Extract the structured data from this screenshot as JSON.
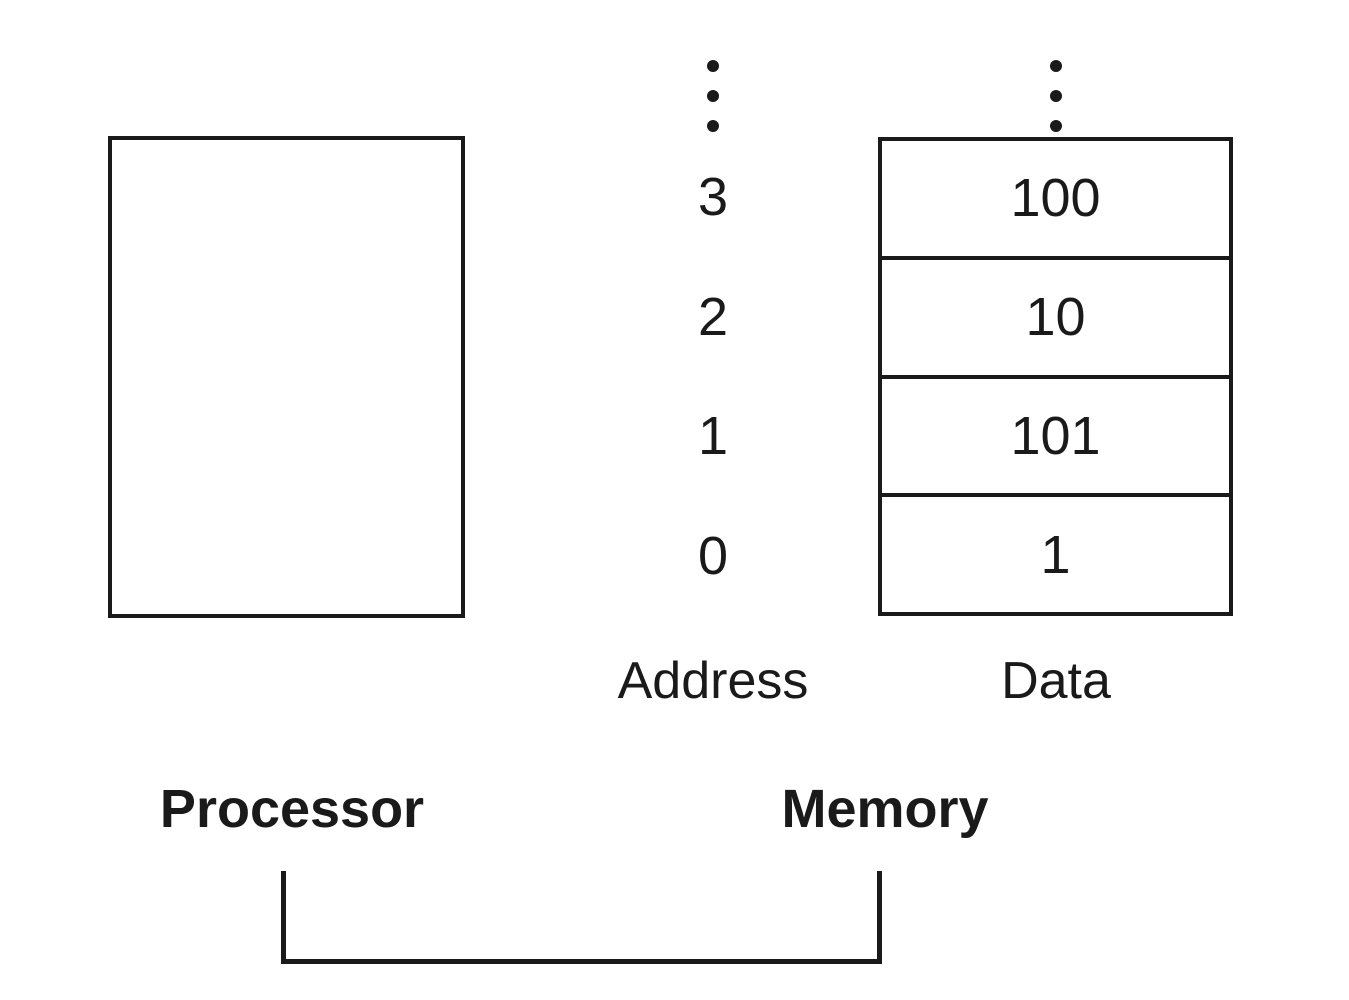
{
  "diagram": {
    "title": "Processor and Memory address/data diagram",
    "ink_color": "#1a1a1a",
    "background_color": "#ffffff"
  },
  "processor": {
    "label": "Processor",
    "box_contents": ""
  },
  "memory": {
    "label": "Memory",
    "columns": {
      "address_caption": "Address",
      "data_caption": "Data"
    },
    "continuation_marker": "⋮",
    "rows": [
      {
        "address": "3",
        "data": "100"
      },
      {
        "address": "2",
        "data": "10"
      },
      {
        "address": "1",
        "data": "101"
      },
      {
        "address": "0",
        "data": "1"
      }
    ]
  },
  "bus": {
    "shape": "u-bracket",
    "connects": [
      "Processor",
      "Memory"
    ]
  }
}
